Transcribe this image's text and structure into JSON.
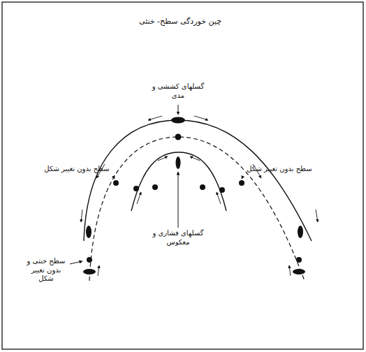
{
  "diagram": {
    "title": "چین خوردگی سطح- خنثی",
    "labels": [
      "گسلهای کششی و مدی",
      "سطح بدون تغییر شکل",
      "سطح بدون تغییر شکل",
      "سطح خنثی و بدون تغییر شکل",
      "گسلهای فشاری و معکوس"
    ]
  }
}
